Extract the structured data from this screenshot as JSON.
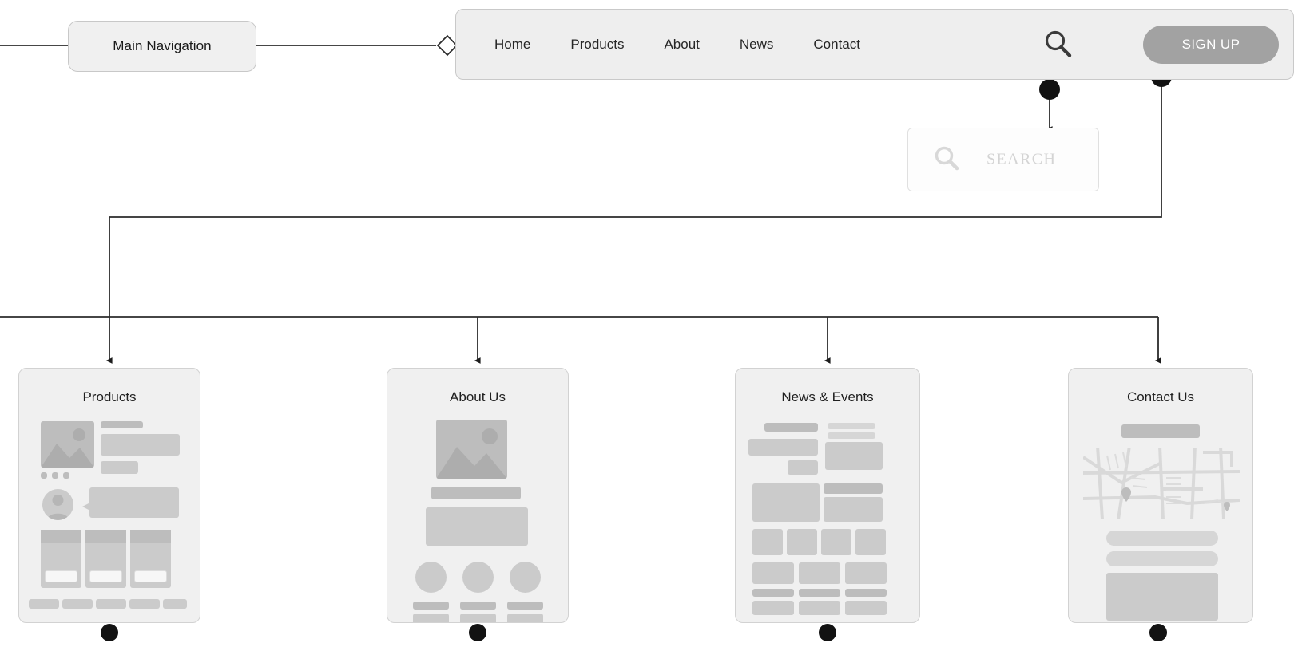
{
  "diagram": {
    "type": "site-map-wireframe-diagram",
    "root_node": {
      "label": "Main Navigation"
    },
    "connector_style": "orthogonal-with-arrowheads"
  },
  "navbar": {
    "links": [
      {
        "label": "Home"
      },
      {
        "label": "Products"
      },
      {
        "label": "About"
      },
      {
        "label": "News"
      },
      {
        "label": "Contact"
      }
    ],
    "search_icon": "search-icon",
    "signup": {
      "label": "SIGN UP",
      "color": "#a2a2a2",
      "text_color": "#ffffff"
    }
  },
  "search_panel": {
    "icon": "search-icon",
    "placeholder": "SEARCH",
    "placeholder_color": "#d4d4d4"
  },
  "pages": [
    {
      "title": "Products",
      "id": "products"
    },
    {
      "title": "About Us",
      "id": "about-us"
    },
    {
      "title": "News & Events",
      "id": "news-events"
    },
    {
      "title": "Contact Us",
      "id": "contact-us"
    }
  ],
  "colors": {
    "node_fill": "#f0f0f0",
    "node_border": "#c8c8c8",
    "navbar_fill": "#eeeeee",
    "wire_stroke": "#262626",
    "placeholder_block": "#cbcbcb",
    "placeholder_block_dark": "#bdbdbd",
    "canvas": "#ffffff"
  }
}
